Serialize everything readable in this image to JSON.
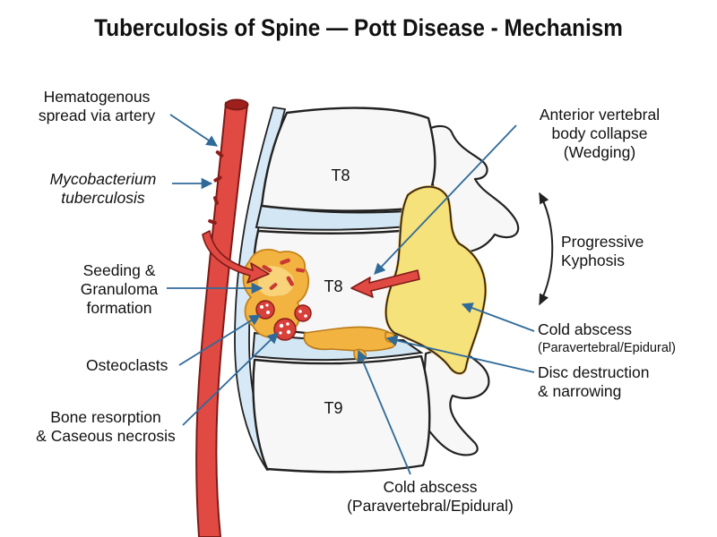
{
  "title": "Tuberculosis of Spine — Pott Disease - Mechanism",
  "vertebrae": {
    "upper": "T8",
    "middle": "T8",
    "lower": "T9"
  },
  "labels": {
    "hematogenous": [
      "Hematogenous",
      "spread via artery"
    ],
    "mycobacterium": [
      "Mycobacterium",
      "tuberculosis"
    ],
    "seeding": [
      "Seeding &",
      "Granuloma",
      "formation"
    ],
    "osteoclasts": "Osteoclasts",
    "resorption": [
      "Bone resorption",
      "& Caseous necrosis"
    ],
    "anterior": [
      "Anterior vertebral",
      "body collapse",
      "(Wedging)"
    ],
    "kyphosis": [
      "Progressive",
      "Kyphosis"
    ],
    "cold_abscess_right": {
      "main": "Cold abscess",
      "sub": "(Paravertebral/Epidural)"
    },
    "disc": [
      "Disc destruction",
      "& narrowing"
    ],
    "cold_abscess_bottom": [
      "Cold abscess",
      "(Paravertebral/Epidural)"
    ]
  },
  "colors": {
    "artery": "#e04a43",
    "artery_dark": "#9e1f1c",
    "bone": "#f7f7f7",
    "disc": "#d3e6f3",
    "abscess": "#f6e27a",
    "abscess_edge": "#e2a93a",
    "caseous": "#f3b340",
    "leader": "#2f6a99"
  }
}
